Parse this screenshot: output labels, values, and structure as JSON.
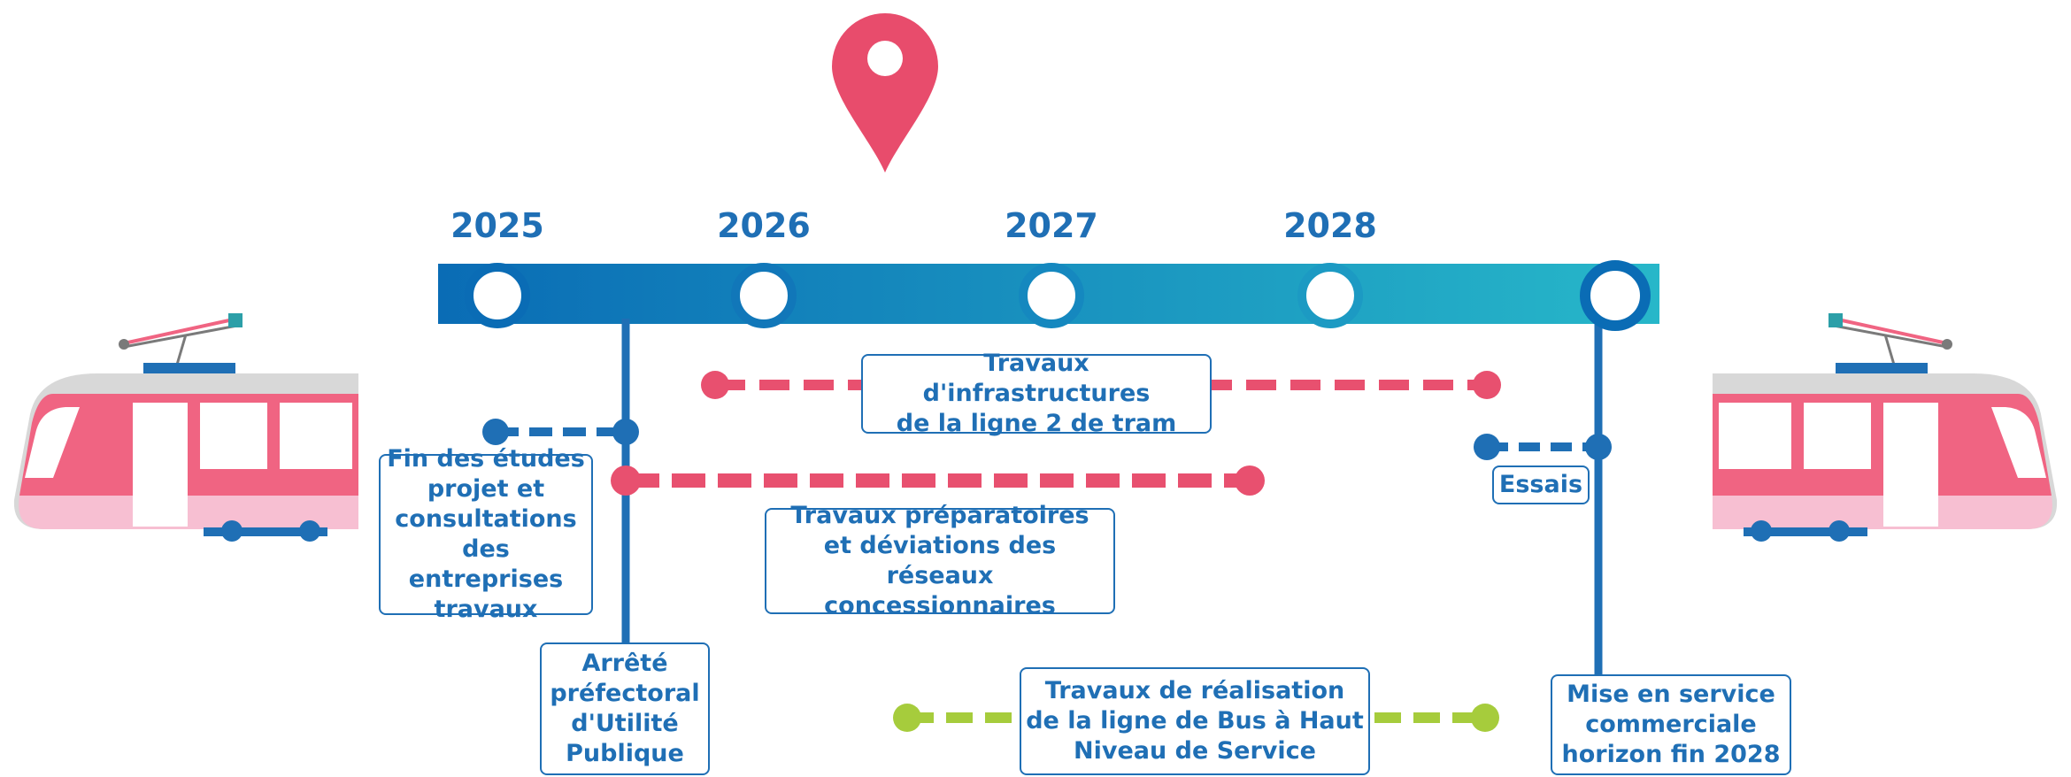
{
  "timeline": {
    "years": [
      "2025",
      "2026",
      "2027",
      "2028"
    ]
  },
  "labels": {
    "infrastructure": "Travaux d'infrastructures\nde la ligne 2 de tram",
    "etudes": "Fin des études\nprojet et\nconsultations\ndes entreprises\ntravaux",
    "preparatoires": "Travaux préparatoires\net déviations des réseaux\nconcessionnaires",
    "arrete": "Arrêté\npréfectoral\nd'Utilité\nPublique",
    "bhns": "Travaux de réalisation\nde la ligne de Bus à Haut\nNiveau de Service",
    "essais": "Essais",
    "mise_en_service": "Mise en service\ncommerciale\nhorizon fin 2028"
  },
  "colors": {
    "blue_dark": "#0a6cb5",
    "blue_light": "#27b7c9",
    "blue_line": "#1f6fb5",
    "pink": "#e8506f",
    "green": "#a6cc3c",
    "pin": "#e84c6c",
    "tram_pink": "#f06482",
    "tram_light_pink": "#f7bfd2",
    "tram_grey": "#d8d8d8"
  },
  "icons": {
    "location": "location-pin-icon",
    "tram": "tram-icon"
  }
}
